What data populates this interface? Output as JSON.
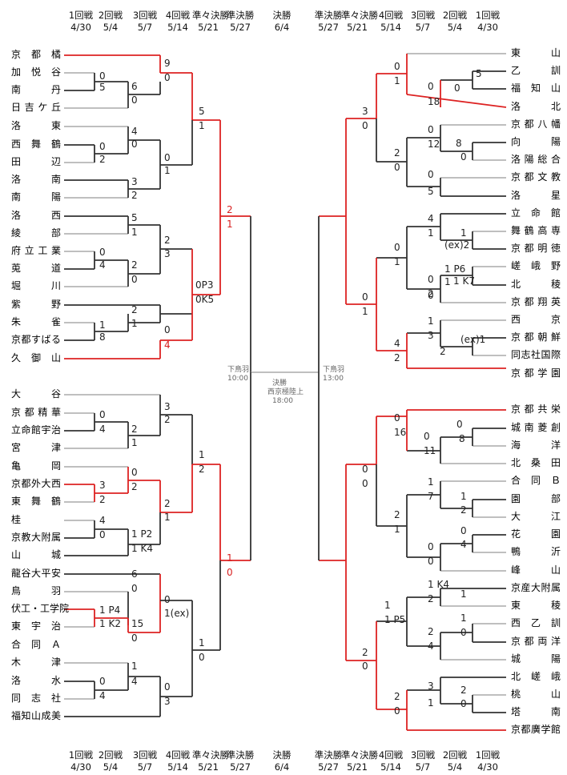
{
  "header_rounds": [
    {
      "round": "1回戦",
      "date": "4/30"
    },
    {
      "round": "2回戦",
      "date": "5/4"
    },
    {
      "round": "3回戦",
      "date": "5/7"
    },
    {
      "round": "4回戦",
      "date": "5/14"
    },
    {
      "round": "準々決勝",
      "date": "5/21"
    },
    {
      "round": "準決勝",
      "date": "5/27"
    },
    {
      "round": "決勝",
      "date": "6/4"
    },
    {
      "round": "準決勝",
      "date": "5/27"
    },
    {
      "round": "準々決勝",
      "date": "5/21"
    },
    {
      "round": "4回戦",
      "date": "5/14"
    },
    {
      "round": "3回戦",
      "date": "5/7"
    },
    {
      "round": "2回戦",
      "date": "5/4"
    },
    {
      "round": "1回戦",
      "date": "4/30"
    }
  ],
  "left_teams": [
    "京都橘",
    "加悦谷",
    "南丹",
    "日吉ケ丘",
    "洛東",
    "西舞鶴",
    "田辺",
    "洛南",
    "南陽",
    "洛西",
    "綾部",
    "府立工業",
    "莵道",
    "堀川",
    "紫野",
    "朱雀",
    "京都すばる",
    "久御山",
    "大谷",
    "京都精華",
    "立命館宇治",
    "宮津",
    "亀岡",
    "京都外大西",
    "東舞鶴",
    "桂",
    "京教大附属",
    "山城",
    "龍谷大平安",
    "鳥羽",
    "伏工・工学院",
    "東宇治",
    "合同Ａ",
    "木津",
    "洛水",
    "同志社",
    "福知山成美"
  ],
  "right_teams": [
    "東山",
    "乙訓",
    "福知山",
    "洛北",
    "京都八幡",
    "向陽",
    "洛陽総合",
    "京都文教",
    "洛星",
    "立命館",
    "舞鶴高専",
    "京都明徳",
    "嵯峨野",
    "北稜",
    "京都翔英",
    "西京",
    "京都朝鮮",
    "同志社国際",
    "京都学園",
    "京都共栄",
    "城南菱創",
    "海洋",
    "北桑田",
    "合同Ｂ",
    "園部",
    "大江",
    "花園",
    "鴨沂",
    "峰山",
    "京産大附属",
    "東稜",
    "西乙訓",
    "京都両洋",
    "城陽",
    "北嵯峨",
    "桃山",
    "塔南",
    "京都廣学館"
  ],
  "scores": [
    "9",
    "0",
    "0",
    "5",
    "6",
    "0",
    "5",
    "1",
    "4",
    "0",
    "0",
    "2",
    "0",
    "1",
    "3",
    "2",
    "2",
    "1",
    "5",
    "1",
    "2",
    "3",
    "0",
    "4",
    "2",
    "0",
    "0P3",
    "0K5",
    "2",
    "1",
    "1",
    "8",
    "0",
    "4",
    "3",
    "2",
    "0",
    "4",
    "2",
    "1",
    "1",
    "2",
    "0",
    "2",
    "3",
    "2",
    "2",
    "1",
    "4",
    "0",
    "1 P2",
    "1 K4",
    "1",
    "0",
    "6",
    "0",
    "0",
    "1(ex)",
    "1 P4",
    "1 K2",
    "15",
    "0",
    "1",
    "0",
    "1",
    "4",
    "0",
    "4",
    "0",
    "3",
    "0",
    "1",
    "3",
    "0",
    "0",
    "18",
    "0",
    "5",
    "2",
    "0",
    "0",
    "12",
    "8",
    "0",
    "0",
    "5",
    "0",
    "1",
    "4",
    "1",
    "1",
    "(ex)2",
    "0",
    "2",
    "1 P6",
    "1",
    "1 K7",
    "0",
    "0",
    "1",
    "1",
    "3",
    "(ex)1",
    "2",
    "4",
    "2",
    "0",
    "16",
    "0",
    "11",
    "0",
    "8",
    "0",
    "0",
    "1",
    "7",
    "1",
    "2",
    "0",
    "4",
    "2",
    "1",
    "0",
    "0",
    "1",
    "1 P5",
    "1 K4",
    "2",
    "1",
    "0",
    "2",
    "4",
    "2",
    "0",
    "2",
    "0",
    "3",
    "1",
    "2",
    "0",
    "1"
  ],
  "notes": {
    "left_sf_venue": "下鳥羽",
    "left_sf_time": "10:00",
    "final_title": "決勝",
    "final_venue": "西京極陸上",
    "final_time": "18:00",
    "right_sf_venue": "下鳥羽",
    "right_sf_time": "13:00"
  },
  "colors": {
    "winner_path": "#dd2222",
    "line": "#333333",
    "faint": "#999999"
  }
}
